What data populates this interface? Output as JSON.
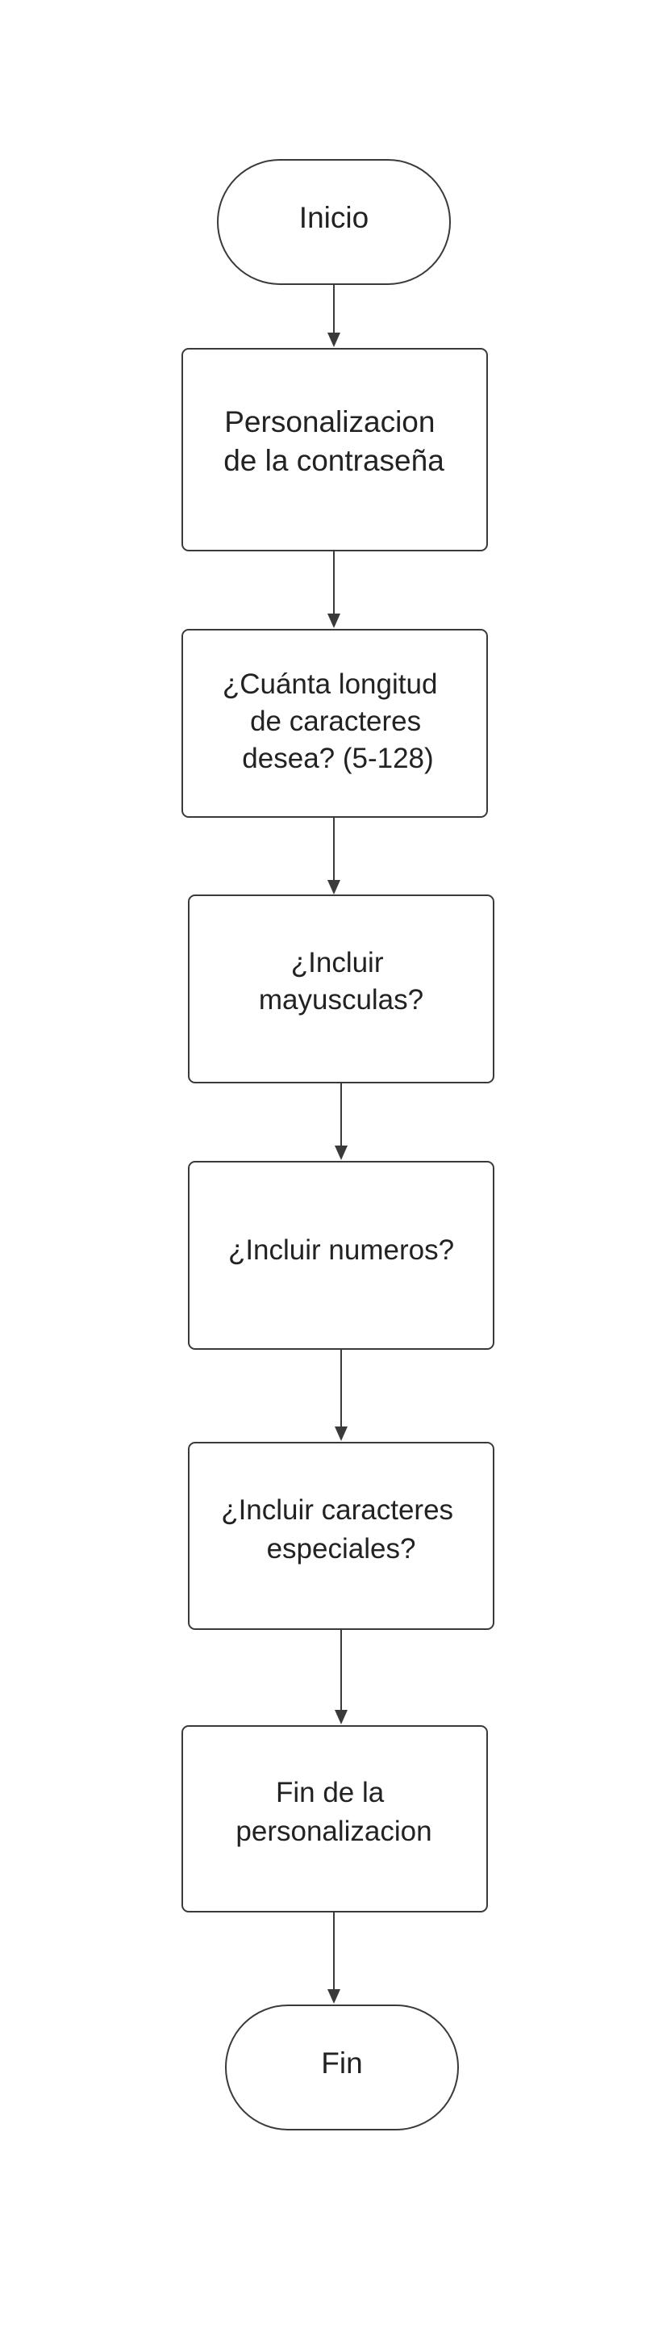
{
  "nodes": [
    {
      "id": "inicio",
      "kind": "terminal",
      "lines": [
        "Inicio"
      ]
    },
    {
      "id": "personalizacion",
      "kind": "process",
      "lines": [
        "Personalizacion",
        "de la contraseña"
      ]
    },
    {
      "id": "longitud",
      "kind": "process",
      "lines": [
        "¿Cuánta longitud",
        "de caracteres",
        "desea? (5-128)"
      ]
    },
    {
      "id": "mayusculas",
      "kind": "process",
      "lines": [
        "¿Incluir",
        "mayusculas?"
      ]
    },
    {
      "id": "numeros",
      "kind": "process",
      "lines": [
        "¿Incluir numeros?"
      ]
    },
    {
      "id": "especiales",
      "kind": "process",
      "lines": [
        "¿Incluir caracteres",
        "especiales?"
      ]
    },
    {
      "id": "fin-personalizacion",
      "kind": "process",
      "lines": [
        "Fin de la",
        "personalizacion"
      ]
    },
    {
      "id": "fin",
      "kind": "terminal",
      "lines": [
        "Fin"
      ]
    }
  ],
  "edges": [
    {
      "from": "inicio",
      "to": "personalizacion"
    },
    {
      "from": "personalizacion",
      "to": "longitud"
    },
    {
      "from": "longitud",
      "to": "mayusculas"
    },
    {
      "from": "mayusculas",
      "to": "numeros"
    },
    {
      "from": "numeros",
      "to": "especiales"
    },
    {
      "from": "especiales",
      "to": "fin-personalizacion"
    },
    {
      "from": "fin-personalizacion",
      "to": "fin"
    }
  ]
}
